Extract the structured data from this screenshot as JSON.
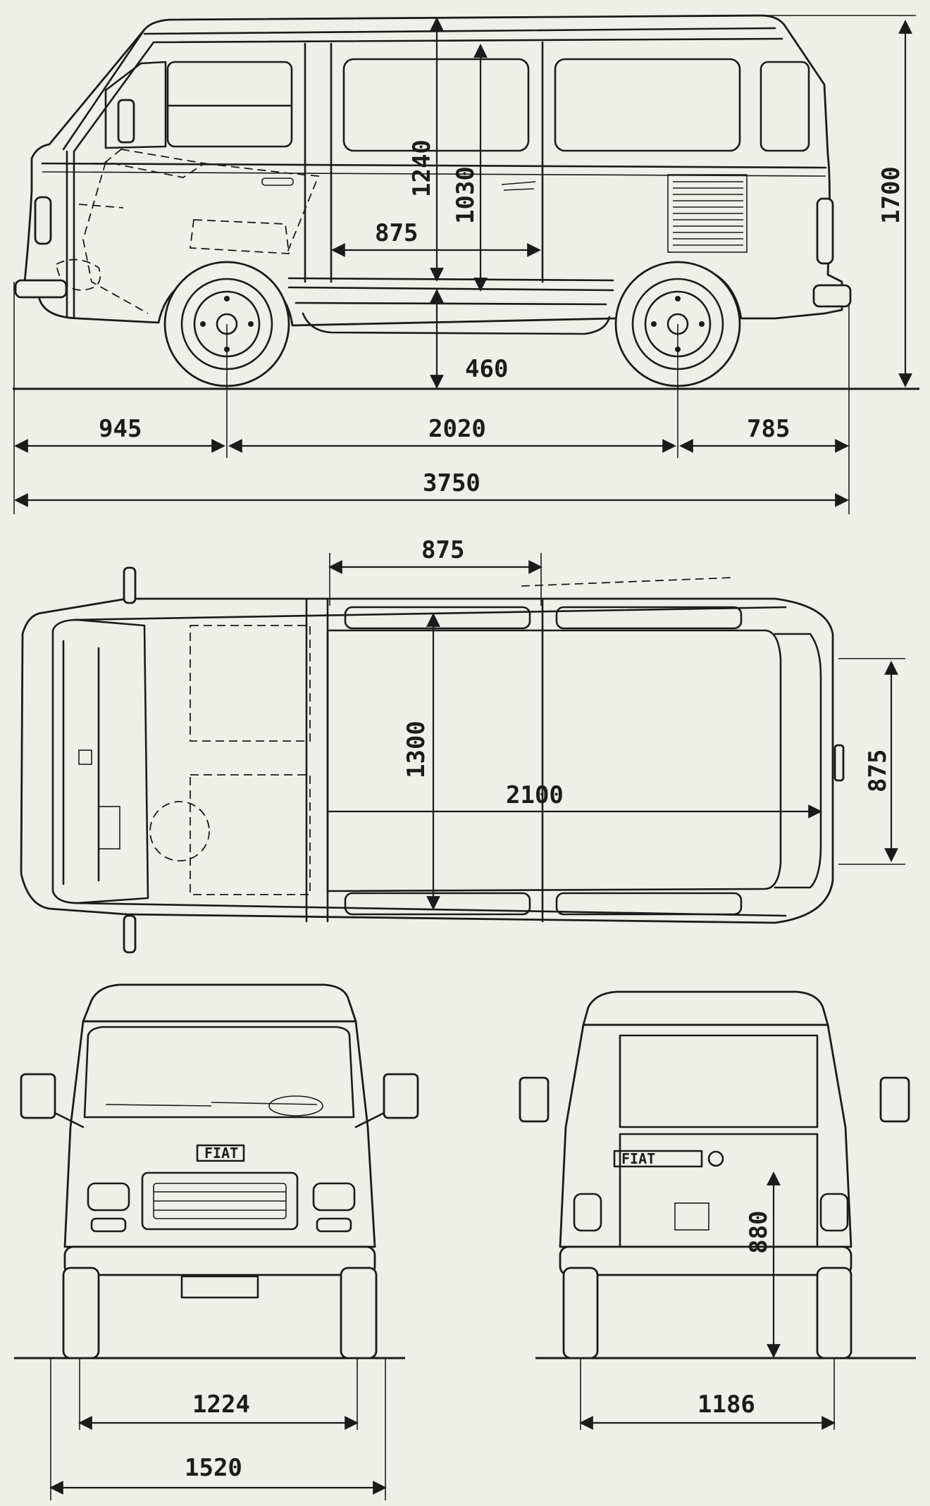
{
  "side_view": {
    "dimensions": {
      "overall_height": "1700",
      "roof_height": "1240",
      "door_height": "1030",
      "door_width": "875",
      "floor_height": "460",
      "front_overhang": "945",
      "wheelbase": "2020",
      "rear_overhang": "785",
      "overall_length": "3750"
    }
  },
  "top_view": {
    "dimensions": {
      "door_opening": "875",
      "cargo_width": "1300",
      "cargo_length": "2100",
      "rear_opening": "875"
    }
  },
  "front_view": {
    "badge": "FIAT",
    "dimensions": {
      "front_track": "1224",
      "overall_width": "1520"
    }
  },
  "rear_view": {
    "badge": "FIAT",
    "dimensions": {
      "rear_track": "1186",
      "load_height": "880"
    }
  },
  "colors": {
    "paper": "#efefe9",
    "ink": "#1b1b1b"
  }
}
